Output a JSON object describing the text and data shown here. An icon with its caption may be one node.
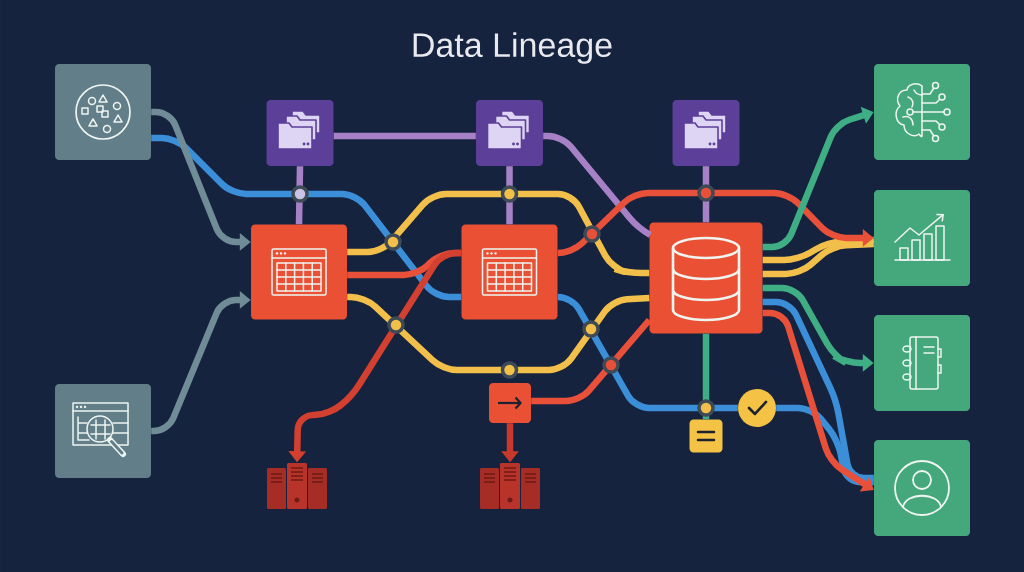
{
  "diagram": {
    "title": "Data Lineage",
    "nodes": [
      {
        "text": [],
        "shape": "box"
      },
      {
        "text": [],
        "shape": "box"
      },
      {
        "text": [],
        "shape": "box"
      },
      {
        "text": [],
        "shape": "box"
      },
      {
        "text": [],
        "shape": "box"
      },
      {
        "text": [],
        "shape": "box"
      },
      {
        "text": [],
        "shape": "box"
      },
      {
        "text": [],
        "shape": "box"
      },
      {
        "text": [],
        "shape": "box"
      },
      {
        "text": [],
        "shape": "picture"
      },
      {
        "text": [],
        "shape": "picture"
      },
      {
        "text": [],
        "shape": "circle"
      },
      {
        "text": [],
        "shape": "box"
      },
      {
        "text": [],
        "shape": "box"
      },
      {
        "text": [],
        "shape": "box"
      },
      {
        "text": [],
        "shape": "box"
      },
      {
        "text": [],
        "shape": "box"
      }
    ],
    "edges": [
      {
        "from": 0,
        "to": 5,
        "arrow": "to",
        "color": "#6f8c97"
      },
      {
        "from": 1,
        "to": 5,
        "arrow": "to",
        "color": "#6f8c97"
      },
      {
        "from": 2,
        "to": 3,
        "arrow": "none",
        "color": "#a681c6"
      },
      {
        "from": 2,
        "to": 5,
        "arrow": "none",
        "color": "#a681c6"
      },
      {
        "from": 3,
        "to": 6,
        "arrow": "none",
        "color": "#a681c6"
      },
      {
        "from": 3,
        "to": 7,
        "arrow": "none",
        "color": "#a681c6"
      },
      {
        "from": 4,
        "to": 7,
        "arrow": "none",
        "color": "#a681c6"
      },
      {
        "from": 0,
        "to": 6,
        "arrow": "none",
        "color": "#3b8fd9"
      },
      {
        "from": 5,
        "to": 7,
        "arrow": "none",
        "color": "#f2c04a"
      },
      {
        "from": 5,
        "to": 7,
        "arrow": "none",
        "color": "#f2c04a"
      },
      {
        "from": 5,
        "to": 6,
        "arrow": "none",
        "color": "#e8503a"
      },
      {
        "from": 6,
        "to": 9,
        "arrow": "to",
        "color": "#d4402f"
      },
      {
        "from": 6,
        "to": 14,
        "arrow": "to",
        "color": "#e8503a"
      },
      {
        "from": 8,
        "to": 7,
        "arrow": "none",
        "color": "#e8503a"
      },
      {
        "from": 8,
        "to": 10,
        "arrow": "to",
        "color": "#c8392c"
      },
      {
        "from": 6,
        "to": 11,
        "arrow": "none",
        "color": "#3b8fd9"
      },
      {
        "from": 11,
        "to": 16,
        "arrow": "none",
        "color": "#3b8fd9"
      },
      {
        "from": 7,
        "to": 13,
        "arrow": "to",
        "color": "#3fae84"
      },
      {
        "from": 7,
        "to": 14,
        "arrow": "none",
        "color": "#f2c04a"
      },
      {
        "from": 7,
        "to": 14,
        "arrow": "none",
        "color": "#f2c04a"
      },
      {
        "from": 7,
        "to": 15,
        "arrow": "to",
        "color": "#3fae84"
      },
      {
        "from": 7,
        "to": 16,
        "arrow": "none",
        "color": "#3b8fd9"
      },
      {
        "from": 7,
        "to": 16,
        "arrow": "to",
        "color": "#e8503a"
      },
      {
        "from": 7,
        "to": 12,
        "arrow": "none",
        "color": "#3fae84"
      }
    ]
  }
}
